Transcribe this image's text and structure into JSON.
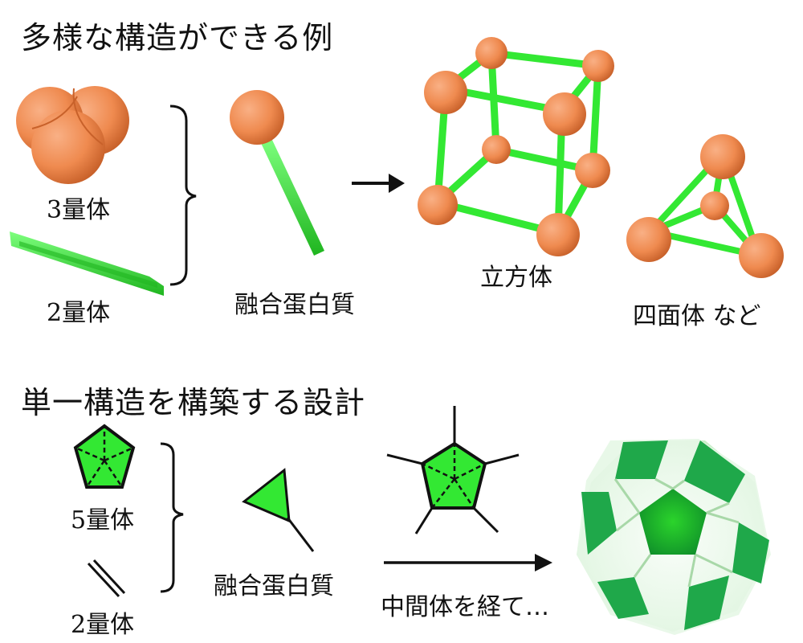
{
  "sections": {
    "top": {
      "title": "多様な構造ができる例",
      "trimer_label": "3量体",
      "dimer_label": "2量体",
      "fusion_label": "融合蛋白質",
      "cube_label": "立方体",
      "tetra_label": "四面体 など"
    },
    "bottom": {
      "title": "単一構造を構築する設計",
      "pentamer_label": "5量体",
      "dimer_label": "2量体",
      "fusion_label": "融合蛋白質",
      "intermediate_label": "中間体を経て…"
    }
  },
  "colors": {
    "orange": "#ef8a4f",
    "orange_dark": "#c8612a",
    "green": "#33e833",
    "green_dark": "#1fb51f",
    "ink": "#111111"
  }
}
